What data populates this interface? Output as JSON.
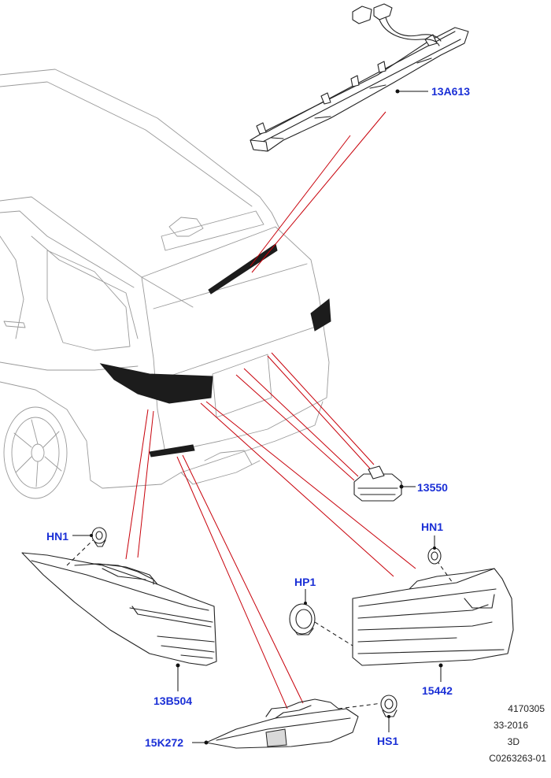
{
  "labels": {
    "p13A613": "13A613",
    "p13550": "13550",
    "hn1_left": "HN1",
    "hn1_right": "HN1",
    "hp1": "HP1",
    "p13B504": "13B504",
    "p15442": "15442",
    "p15K272": "15K272",
    "hs1": "HS1"
  },
  "reference": {
    "line1": "4170305",
    "line2": "33-2016",
    "line3": "3D",
    "line4": "C0263263-01"
  },
  "colors": {
    "label_blue": "#1a2fd6",
    "callout_red": "#c8000a",
    "outline": "#222222",
    "vehicle_grey": "#9a9a9a"
  }
}
